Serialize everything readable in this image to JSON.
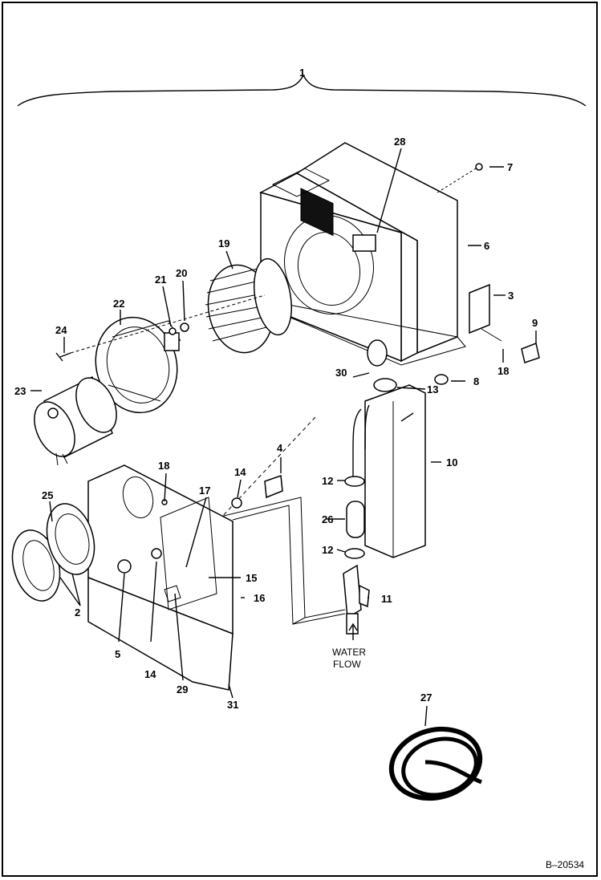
{
  "callouts": {
    "c1": "1",
    "c2": "2",
    "c3": "3",
    "c4": "4",
    "c5": "5",
    "c6": "6",
    "c7": "7",
    "c8": "8",
    "c9": "9",
    "c10": "10",
    "c11": "11",
    "c12a": "12",
    "c12b": "12",
    "c13": "13",
    "c14a": "14",
    "c14b": "14",
    "c15": "15",
    "c16": "16",
    "c17": "17",
    "c18a": "18",
    "c18b": "18",
    "c19": "19",
    "c20": "20",
    "c21": "21",
    "c22": "22",
    "c23": "23",
    "c24": "24",
    "c25": "25",
    "c26": "26",
    "c27": "27",
    "c28": "28",
    "c29": "29",
    "c30": "30",
    "c31": "31"
  },
  "labels": {
    "water_flow_line1": "WATER",
    "water_flow_line2": "FLOW"
  },
  "figure_ref": "B–20534"
}
